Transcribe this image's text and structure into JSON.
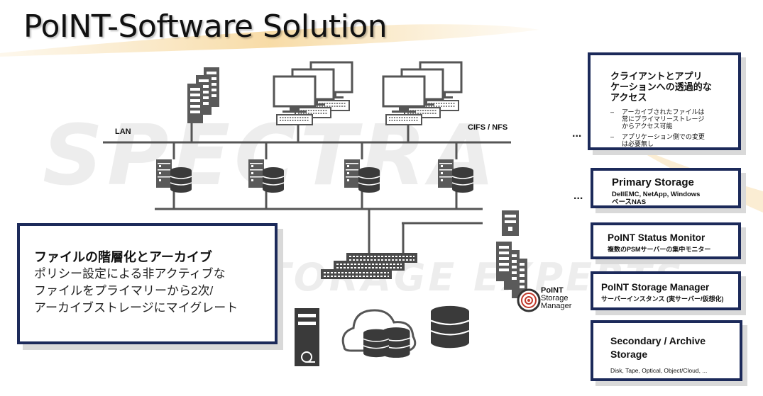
{
  "title": "PoINT-Software Solution",
  "watermark": {
    "brand": "SPECTRA",
    "tagline": "STORAGE EXPERTS"
  },
  "diagram": {
    "lan_label": "LAN",
    "cifs_label": "CIFS / NFS",
    "ellipsis": "...",
    "logo": {
      "line1": "PoINT",
      "line2": "Storage",
      "line3": "Manager"
    }
  },
  "left_box": {
    "heading": "ファイルの階層化とアーカイブ",
    "lines": [
      "ポリシー設定による非アクティブな",
      "ファイルをプライマリーから2次/",
      "アーカイブストレージにマイグレート"
    ]
  },
  "right_boxes": {
    "access": {
      "heading_lines": [
        "クライアントとアプリ",
        "ケーションへの透過的な",
        "アクセス"
      ],
      "bullets": [
        [
          "アーカイブされたファイルは",
          "常にプライマリーストレージ",
          "からアクセス可能"
        ],
        [
          "アプリケーション側での変更",
          "は必要無し"
        ]
      ]
    },
    "primary": {
      "heading": "Primary Storage",
      "lines": [
        "DellEMC, NetApp, Windows",
        "ベースNAS"
      ]
    },
    "status": {
      "heading": "PoINT Status Monitor",
      "sub": "複数のPSMサーバーの集中モニター"
    },
    "manager": {
      "heading": "PoINT Storage Manager",
      "sub": "サーバーインスタンス (実サーバー/仮想化)"
    },
    "secondary": {
      "heading_lines": [
        "Secondary / Archive",
        "Storage"
      ],
      "sub": "Disk, Tape, Optical, Object/Cloud, ..."
    }
  },
  "colors": {
    "box_border": "#1c2a5a",
    "device": "#555555",
    "line": "#555555",
    "accent_red": "#c0392b"
  }
}
